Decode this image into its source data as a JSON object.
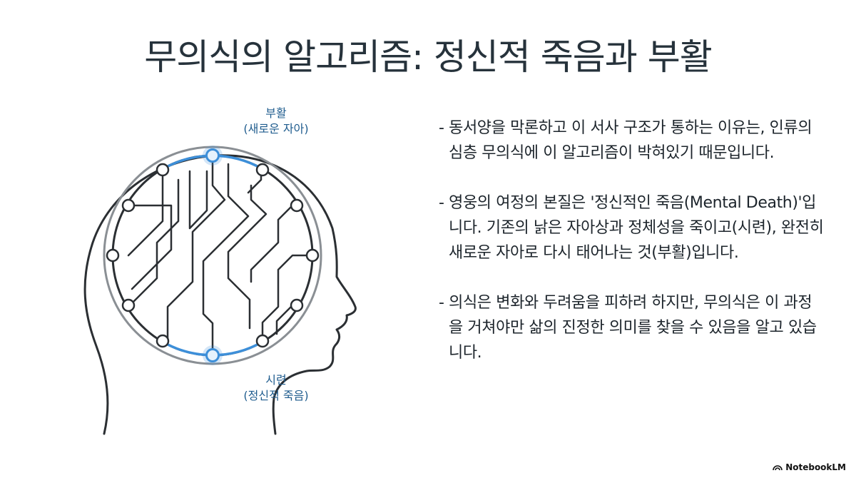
{
  "title": "무의식의 알고리즘: 정신적 죽음과 부활",
  "diagram": {
    "top_label": "부활",
    "top_sublabel": "(새로운 자아)",
    "bottom_label": "시련",
    "bottom_sublabel": "(정신적 죽음)",
    "accent_color": "#3d8fd9",
    "line_color": "#2b2f33",
    "ring_color": "#8a8f94"
  },
  "bullets": [
    "- 동서양을 막론하고 이 서사 구조가 통하는 이유는, 인류의 심층 무의식에 이 알고리즘이 박혀있기 때문입니다.",
    "- 영웅의 여정의 본질은 '정신적인 죽음(Mental Death)'입니다. 기존의 낡은 자아상과 정체성을 죽이고(시련), 완전히 새로운 자아로 다시 태어나는 것(부활)입니다.",
    "- 의식은 변화와 두려움을 피하려 하지만, 무의식은 이 과정을 거쳐야만 삶의 진정한 의미를 찾을 수 있음을 알고 있습니다."
  ],
  "brand": {
    "name": "NotebookLM",
    "icon": "notebooklm-logo-icon"
  }
}
